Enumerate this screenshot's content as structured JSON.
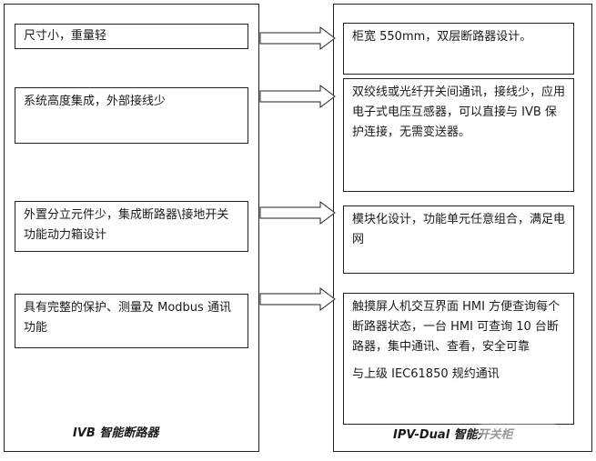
{
  "left_panel": {
    "title": "IVB 智能断路器",
    "items": [
      {
        "text": "尺寸小，重量轻"
      },
      {
        "text": "系统高度集成，外部接线少"
      },
      {
        "text": "外置分立元件少，集成断路器\\接地开关功能动力箱设计"
      },
      {
        "text": "具有完整的保护、测量及 Modbus 通讯功能"
      }
    ]
  },
  "right_panel": {
    "title": "IPV-Dual 智能开关柜",
    "items": [
      {
        "text": "柜宽 550mm，双层断路器设计。"
      },
      {
        "text": "双绞线或光纤开关间通讯，接线少，应用电子式电压互感器，可以直接与 IVB 保护连接，无需变送器。"
      },
      {
        "text": "模块化设计，功能单元任意组合，满足电网"
      },
      {
        "text": "触摸屏人机交互界面 HMI 方便查询每个断路器状态，一台 HMI 可查询 10 台断路器，集中通讯、查看，安全可靠",
        "note": "与上级 IEC61850 规约通讯"
      }
    ]
  }
}
